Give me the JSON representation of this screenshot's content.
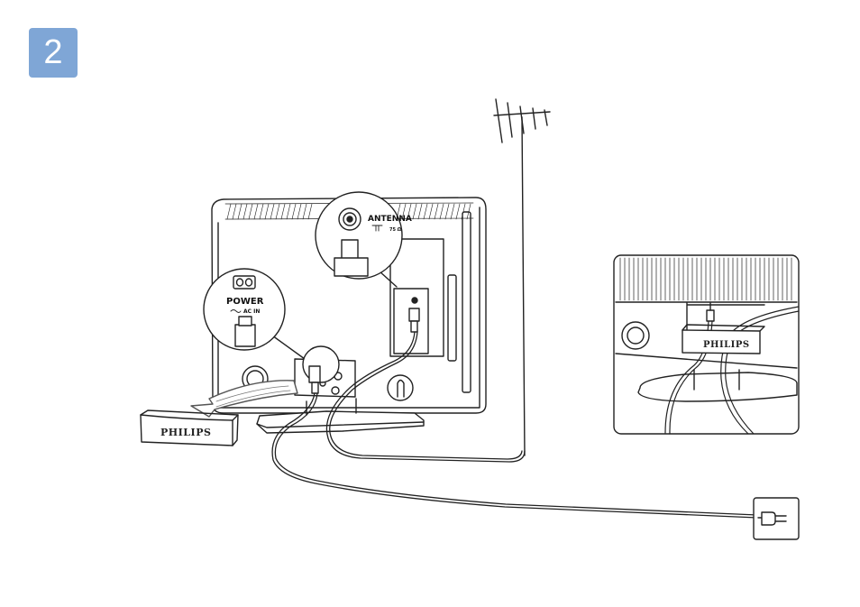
{
  "step_number": "2",
  "labels": {
    "antenna": "ANTENNA",
    "antenna_ohm": "75 Ω",
    "power": "POWER",
    "ac_in": "AC IN",
    "brand_cover": "PHILIPS",
    "brand_inset": "PHILIPS"
  },
  "icons": {
    "antenna": "tv-aerial-icon",
    "wall_socket": "wall-socket-icon",
    "power_socket": "power-socket-icon",
    "coax": "coax-connector-icon"
  },
  "colors": {
    "badge": "#7fa6d6",
    "stroke": "#222222"
  }
}
